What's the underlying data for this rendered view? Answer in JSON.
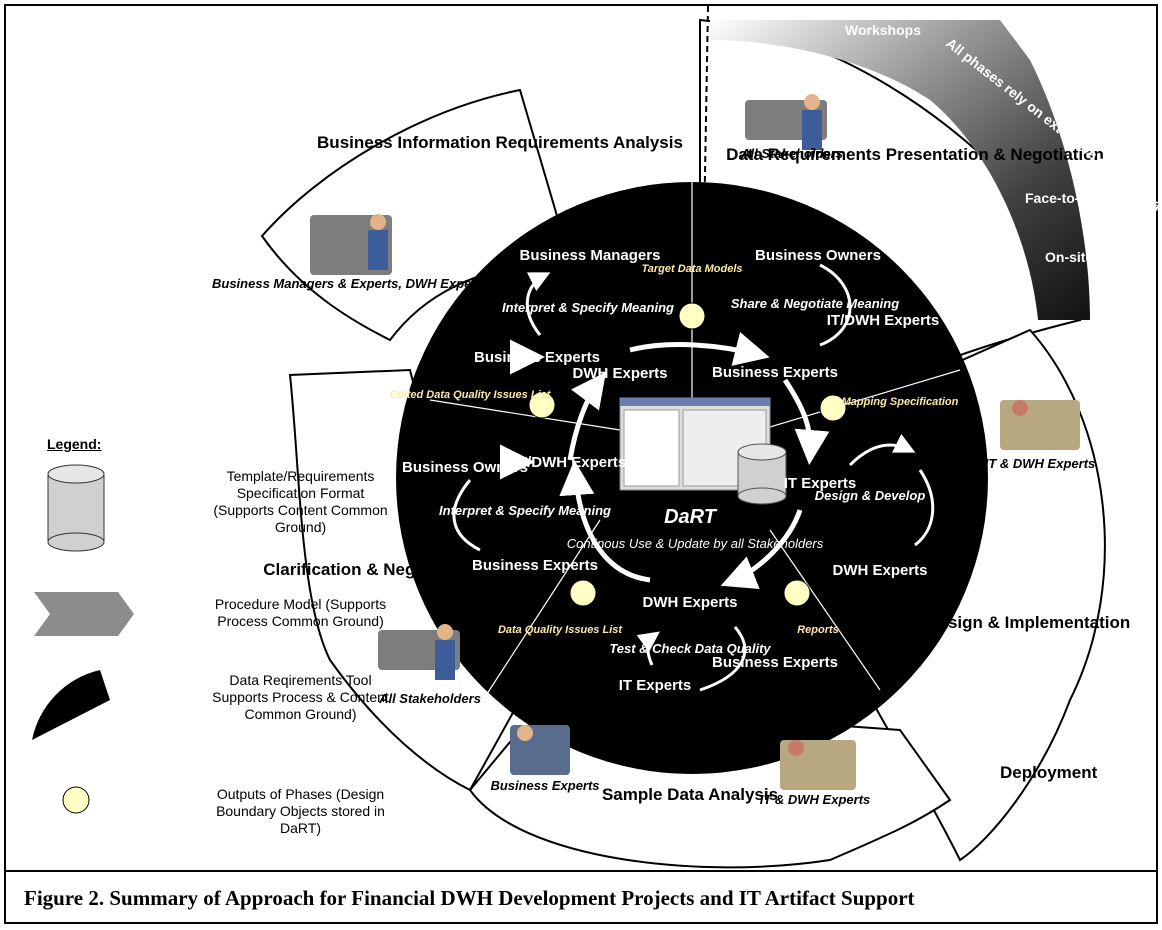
{
  "phases": {
    "business_info": "Business Information Requirements Analysis",
    "data_req": "Data Requirements Presentation & Negotiation",
    "etl": "ETL Design & Implementation",
    "deployment": "Deployment",
    "sample_data": "Sample Data Analysis",
    "clarification": "Clarification & Negotiation"
  },
  "roles": {
    "business_managers_experts": "Business Managers & Experts, DWH Experts",
    "all_stakeholders_top": "All Stakeholders",
    "it_dwh_right": "IT & DWH Experts",
    "it_dwh_bottom": "IT & DWH Experts",
    "business_experts_bottom": "Business Experts",
    "all_stakeholders_left": "All Stakeholders"
  },
  "communication": {
    "workshops": "Workshops",
    "all_phases": "All phases rely on extensive communication",
    "face_to_face": "Face-to-Face",
    "onsite": "On-site Visits"
  },
  "inner": {
    "business_managers": "Business Managers",
    "business_experts_1": "Business Experts",
    "dwh_experts_1": "DWH Experts",
    "interpret_1": "Interpret & Specify Meaning",
    "business_owners_1": "Business Owners",
    "share_negotiate": "Share & Negotiate Meaning",
    "it_dwh_experts_1": "IT/DWH Experts",
    "business_experts_2": "Business Experts",
    "it_experts_1": "IT Experts",
    "design_develop": "Design & Develop",
    "dwh_experts_2": "DWH Experts",
    "dwh_experts_3": "DWH Experts",
    "test_check": "Test & Check Data Quality",
    "business_experts_3": "Business Experts",
    "it_experts_2": "IT Experts",
    "business_owners_2": "Business Owners",
    "it_dwh_experts_2": "IT/DWH Experts",
    "interpret_2": "Interpret & Specify Meaning",
    "business_experts_4": "Business Experts",
    "dart": "DaRT",
    "dart_sub": "Continous Use & Update by all Stakeholders"
  },
  "outputs": {
    "target_data_models": "Target Data Models",
    "mapping_spec": "Mapping Specification",
    "reports": "Reports",
    "dq_issues": "Data Quality Issues List",
    "edited_dq": "Edited Data Quality Issues List"
  },
  "legend": {
    "title": "Legend:",
    "cylinder": "Template/Requirements Specification Format (Supports Content Common Ground)",
    "chevron": "Procedure Model (Supports Process Common Ground)",
    "sector": "Data Reqirements Tool Supports Process & Content Common Ground)",
    "circle": "Outputs of Phases (Design Boundary Objects stored in DaRT)"
  },
  "caption": "Figure 2. Summary of Approach for Financial DWH Development Projects and IT Artifact Support",
  "colors": {
    "dark_circle": "#000000",
    "output_dot": "#ffffc4",
    "output_label": "#ffe9a8"
  },
  "icons": [
    "business-people-clipart",
    "person-at-computer-clipart",
    "cylinder-icon",
    "chevron-icon",
    "sector-icon",
    "circle-icon"
  ]
}
